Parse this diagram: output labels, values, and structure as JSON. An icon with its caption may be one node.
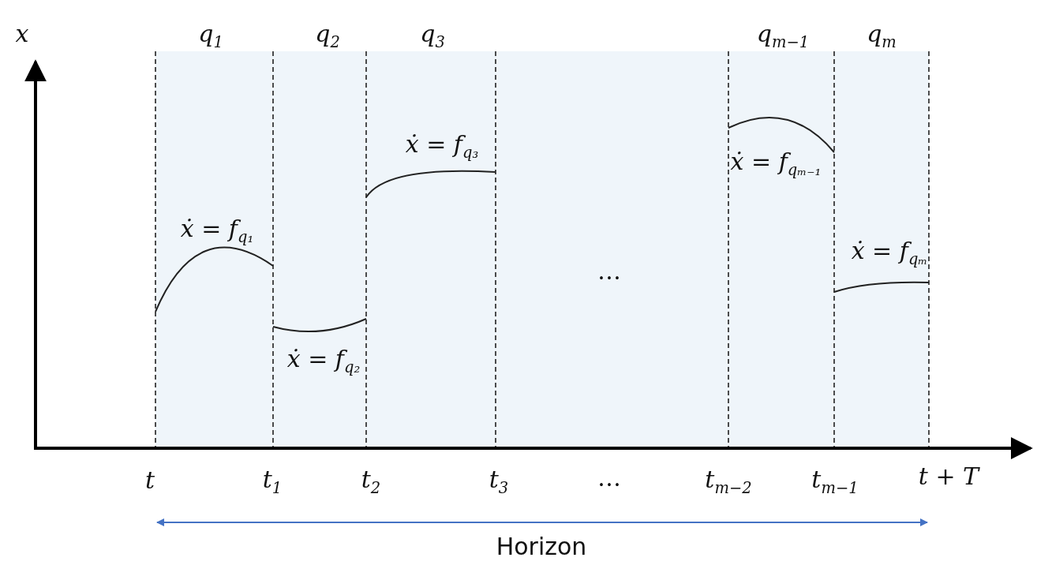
{
  "diagram": {
    "labels": [
      "x",
      "q$_{1}$",
      "q$_{2}$",
      "q$_{3}$",
      "q$_{m−1}$",
      "q$_{m}$",
      "ẋ = f$_{q₃}$",
      "ẋ = f$_{qₘ₋₁}$",
      "ẋ = f$_{q₁}$",
      "ẋ = f$_{qₘ}$",
      "…",
      "ẋ = f$_{q₂}$",
      "t",
      "t$_{1}$",
      "t$_{2}$",
      "t$_{3}$",
      "…",
      "t$_{m−2}$",
      "t$_{m−1}$",
      "t + T",
      "Horizon"
    ]
  }
}
